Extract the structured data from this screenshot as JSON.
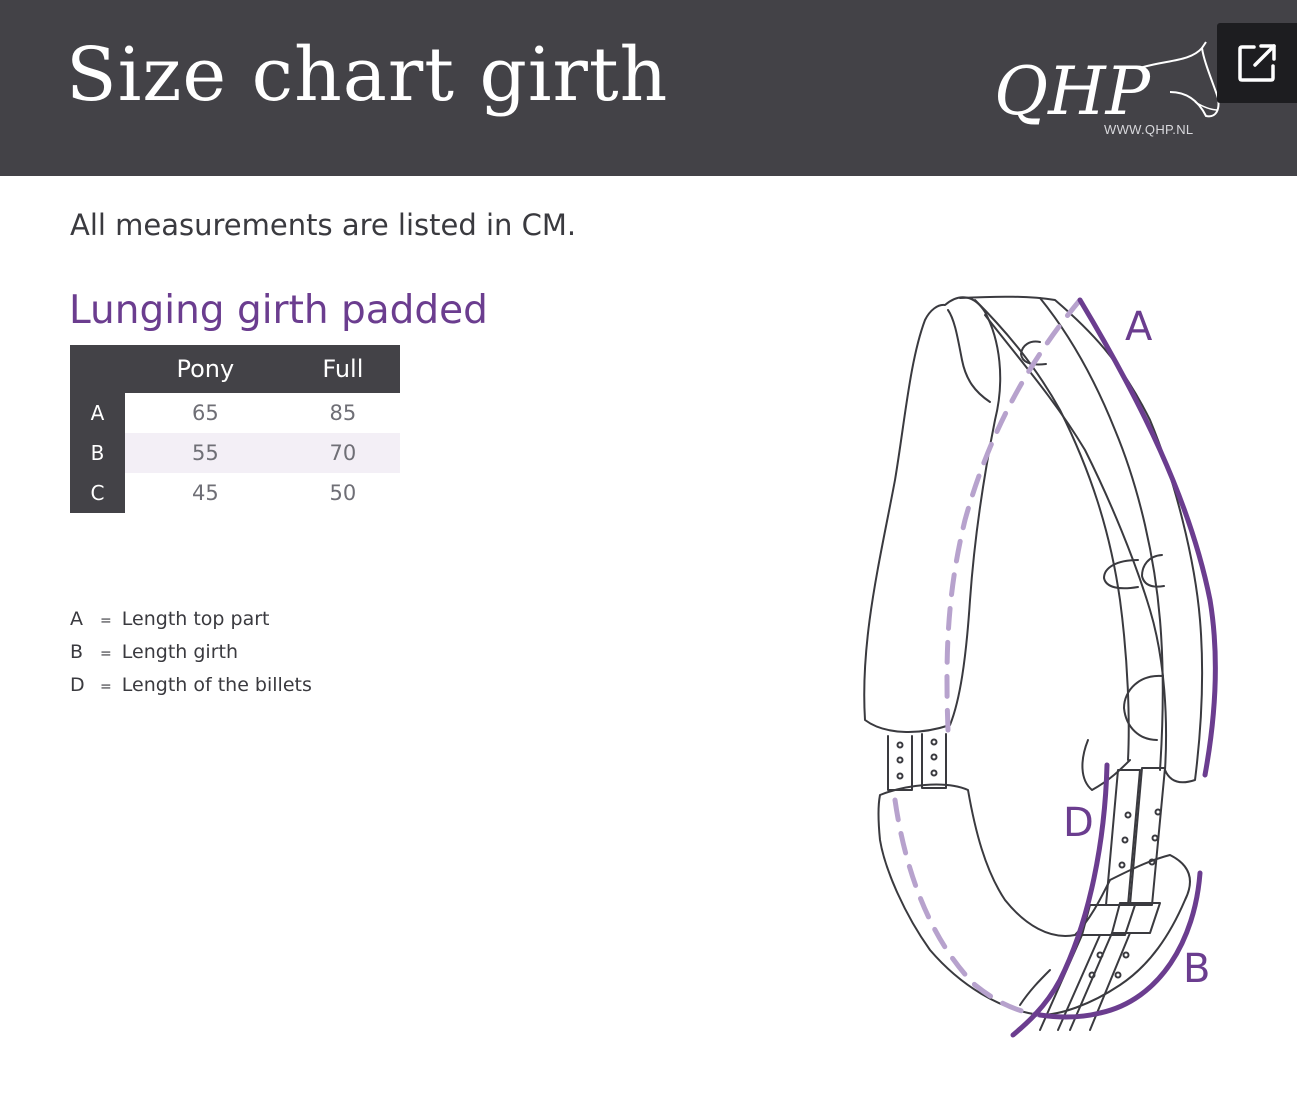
{
  "header": {
    "title": "Size chart girth",
    "logo_text": "QHP",
    "logo_url": "WWW.QHP.NL",
    "open_icon": "external-link-icon"
  },
  "note": "All measurements are listed in CM.",
  "section": {
    "title": "Lunging girth padded",
    "table": {
      "columns": [
        "Pony",
        "Full"
      ],
      "rows": [
        {
          "key": "A",
          "pony": "65",
          "full": "85"
        },
        {
          "key": "B",
          "pony": "55",
          "full": "70"
        },
        {
          "key": "C",
          "pony": "45",
          "full": "50"
        }
      ]
    }
  },
  "legend": [
    {
      "key": "A",
      "eq": "=",
      "text": "Length top part"
    },
    {
      "key": "B",
      "eq": "=",
      "text": "Length girth"
    },
    {
      "key": "D",
      "eq": "=",
      "text": "Length of the billets"
    }
  ],
  "diagram": {
    "labels": {
      "a": "A",
      "b": "B",
      "d": "D"
    }
  },
  "colors": {
    "header": "#434247",
    "accent": "#6b3d8f",
    "accent_light": "#b7a2cd",
    "shaded_row": "#f3eff6"
  }
}
